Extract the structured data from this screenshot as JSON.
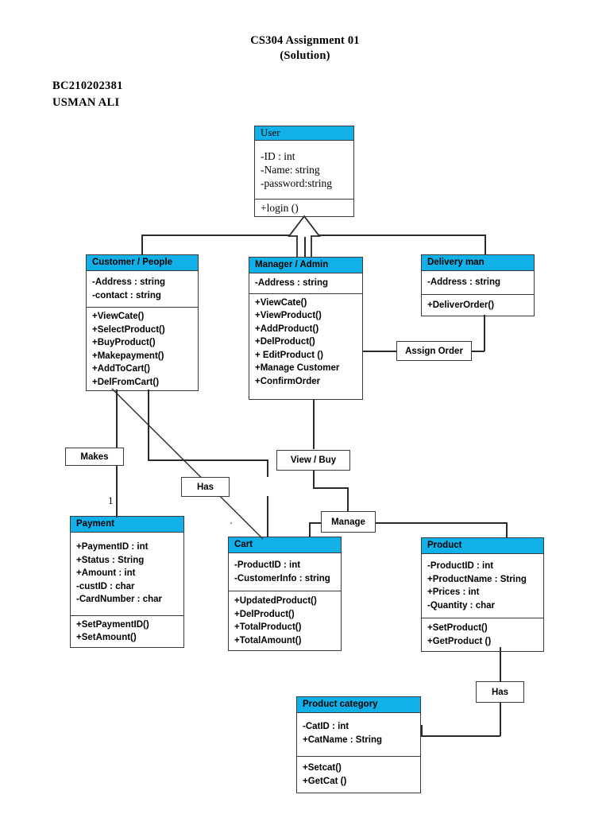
{
  "header": {
    "title_line1": "CS304 Assignment 01",
    "title_line2": "(Solution)",
    "student_id": "BC210202381",
    "student_name": "USMAN ALI"
  },
  "classes": {
    "user": {
      "name": "User",
      "attributes": [
        "-ID : int",
        "-Name: string",
        "-password:string"
      ],
      "methods": [
        "+login ()"
      ]
    },
    "customer": {
      "name": "Customer / People",
      "attributes": [
        "-Address : string",
        "-contact : string"
      ],
      "methods": [
        "+ViewCate()",
        "+SelectProduct()",
        "+BuyProduct()",
        "+Makepayment()",
        "+AddToCart()",
        "+DelFromCart()"
      ]
    },
    "manager": {
      "name": "Manager / Admin",
      "attributes": [
        "-Address : string"
      ],
      "methods": [
        "+ViewCate()",
        "+ViewProduct()",
        "+AddProduct()",
        "+DelProduct()",
        "+ EditProduct ()",
        "+Manage Customer",
        "+ConfirmOrder"
      ]
    },
    "delivery": {
      "name": "Delivery man",
      "attributes": [
        "-Address : string"
      ],
      "methods": [
        "+DeliverOrder()"
      ]
    },
    "payment": {
      "name": "Payment",
      "attributes": [
        "+PaymentID : int",
        "+Status : String",
        "+Amount : int",
        "-custID  : char",
        "-CardNumber : char"
      ],
      "methods": [
        "+SetPaymentID()",
        "+SetAmount()"
      ]
    },
    "cart": {
      "name": "Cart",
      "attributes": [
        "-ProductID : int",
        "-CustomerInfo : string"
      ],
      "methods": [
        "+UpdatedProduct()",
        "+DelProduct()",
        "+TotalProduct()",
        "+TotalAmount()"
      ]
    },
    "product": {
      "name": "Product",
      "attributes": [
        "-ProductID : int",
        "+ProductName : String",
        "+Prices : int",
        "-Quantity  : char"
      ],
      "methods": [
        "+SetProduct()",
        "+GetProduct ()"
      ]
    },
    "product_category": {
      "name": "Product category",
      "attributes": [
        "-CatID : int",
        "+CatName : String"
      ],
      "methods": [
        "+Setcat()",
        "+GetCat ()"
      ]
    }
  },
  "relationships": {
    "makes": "Makes",
    "has_cart": "Has",
    "assign_order": "Assign Order",
    "view_buy": "View / Buy",
    "manage": "Manage",
    "has_category": "Has"
  },
  "multiplicities": {
    "payment_one": "1",
    "cart_tick": "'"
  },
  "colors": {
    "header_blue": "#12b0e8",
    "line": "#2b2b2b",
    "border": "#3a3a3a",
    "background": "#ffffff"
  }
}
